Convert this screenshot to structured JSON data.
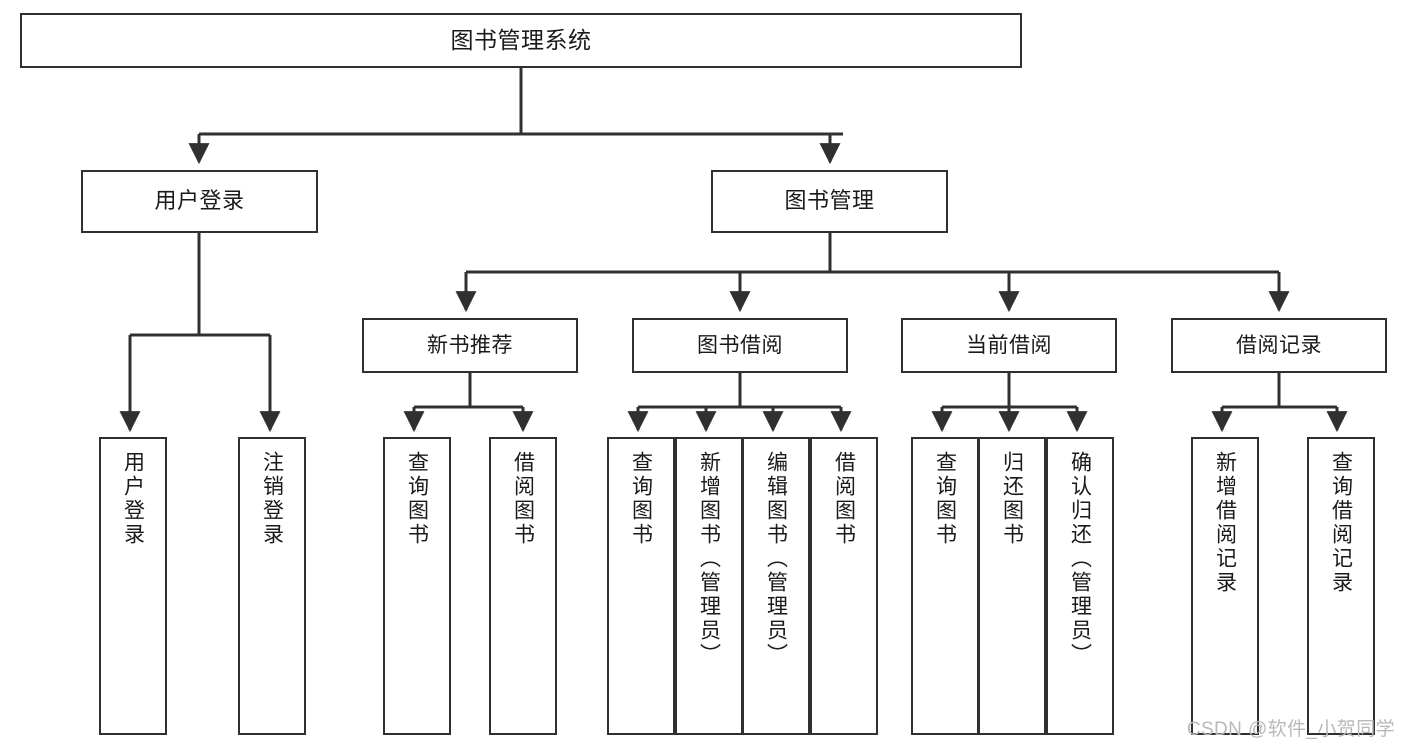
{
  "diagram": {
    "title": "图书管理系统",
    "watermark": "CSDN @软件_小贺同学",
    "colors": {
      "box_border": "#303030",
      "box_fill": "#ffffff",
      "connector": "#303030",
      "text": "#1a1a1a",
      "watermark": "#b9b9b9",
      "background": "#ffffff"
    },
    "root": {
      "label": "图书管理系统"
    },
    "level2": [
      {
        "label": "用户登录"
      },
      {
        "label": "图书管理"
      }
    ],
    "level3": [
      {
        "label": "新书推荐"
      },
      {
        "label": "图书借阅"
      },
      {
        "label": "当前借阅"
      },
      {
        "label": "借阅记录"
      }
    ],
    "leaves": {
      "user_login": [
        {
          "label": "用户登录"
        },
        {
          "label": "注销登录"
        }
      ],
      "new_book_recommend": [
        {
          "label": "查询图书"
        },
        {
          "label": "借阅图书"
        }
      ],
      "book_borrow": [
        {
          "label": "查询图书"
        },
        {
          "label": "新增图书（管理员）"
        },
        {
          "label": "编辑图书（管理员）"
        },
        {
          "label": "借阅图书"
        }
      ],
      "current_borrow": [
        {
          "label": "查询图书"
        },
        {
          "label": "归还图书"
        },
        {
          "label": "确认归还（管理员）"
        }
      ],
      "borrow_records": [
        {
          "label": "新增借阅记录"
        },
        {
          "label": "查询借阅记录"
        }
      ]
    }
  }
}
